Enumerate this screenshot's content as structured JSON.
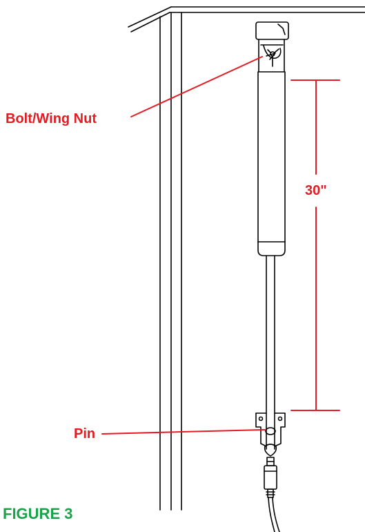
{
  "labels": {
    "bolt_wing_nut": "Bolt/Wing Nut",
    "pin": "Pin",
    "dimension": "30\""
  },
  "caption": "FIGURE 3",
  "colors": {
    "callout_red": "#e31b23",
    "caption_green": "#1aa34a",
    "line_black": "#000000"
  }
}
